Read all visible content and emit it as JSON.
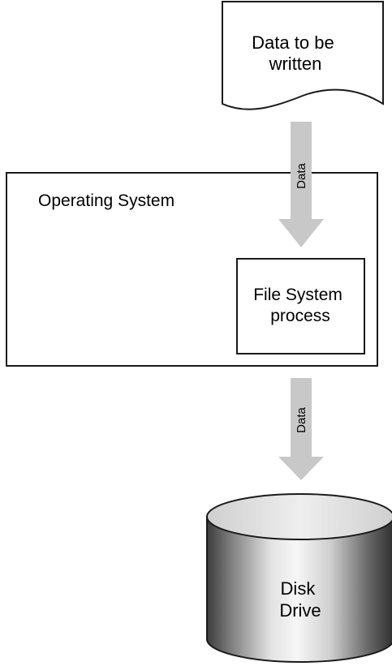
{
  "document": {
    "lines": [
      "Data to be",
      "written"
    ]
  },
  "operating_system": {
    "label": "Operating System"
  },
  "file_system_process": {
    "lines": [
      "File System",
      "process"
    ]
  },
  "arrows": {
    "top_label": "Data",
    "bottom_label": "Data"
  },
  "disk_drive": {
    "lines": [
      "Disk",
      "Drive"
    ]
  },
  "colors": {
    "arrow": "#c8c8c8",
    "stroke": "#1a1a1a"
  }
}
